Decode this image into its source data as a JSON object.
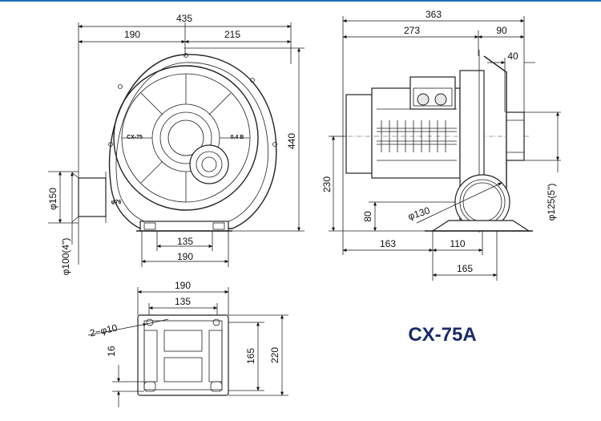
{
  "model": "CX-75A",
  "front_view": {
    "width_total": "435",
    "width_left": "190",
    "width_right": "215",
    "height_total": "440",
    "outlet_flange": "φ150",
    "outlet_pipe": "φ100(4\")",
    "outlet_inner": "φ76",
    "base_inner": "135",
    "base_outer": "190",
    "label_model": "CX-75",
    "label_power": "0.4 B"
  },
  "side_view": {
    "length_total": "363",
    "length_motor": "273",
    "length_blower": "90",
    "flange_width": "40",
    "axis_height": "230",
    "base_height": "80",
    "inlet_dia": "φ130",
    "outlet_dia": "φ125(5\")",
    "base_left": "163",
    "base_mid": "110",
    "base_right": "165"
  },
  "bottom_view": {
    "width_outer": "190",
    "width_holes": "135",
    "holes": "2−φ10",
    "depth_holes": "165",
    "depth_outer": "220",
    "edge_offset": "16"
  }
}
